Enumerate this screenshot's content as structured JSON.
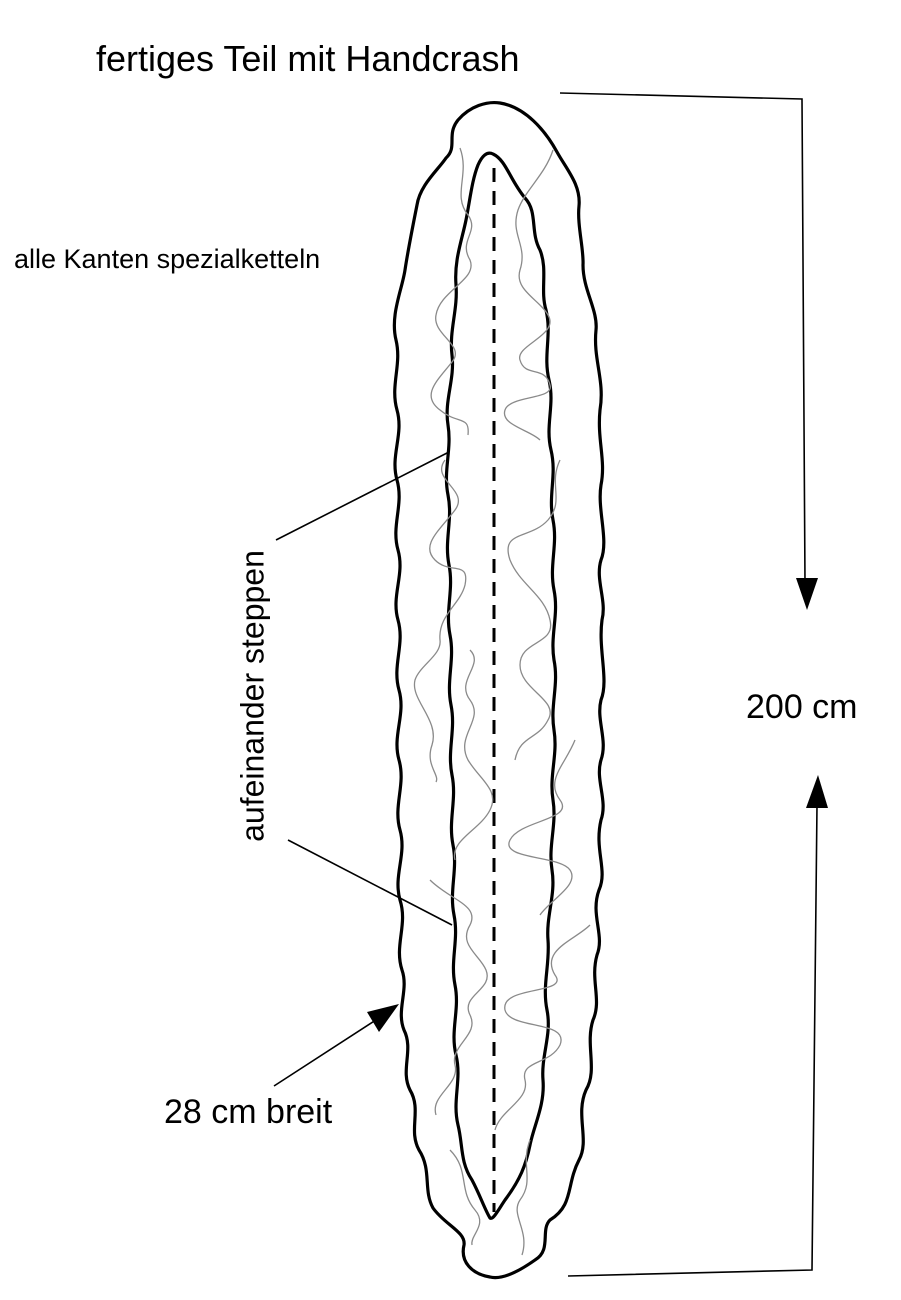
{
  "diagram": {
    "title": "fertiges Teil mit Handcrash",
    "edge_note": "alle Kanten spezialketteln",
    "quilt_note": "aufeinander steppen",
    "length_label": "200 cm",
    "width_label": "28 cm breit",
    "colors": {
      "outline": "#000000",
      "texture": "#8a8a8a",
      "background": "#ffffff"
    }
  }
}
